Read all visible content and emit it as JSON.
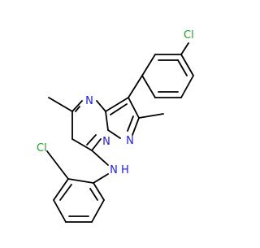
{
  "diagram": {
    "type": "chemical-structure",
    "atom_labels": {
      "cl_top": "Cl",
      "cl_left": "Cl",
      "n_pyrimidine": "N",
      "n_bridge": "N",
      "n_pyrazole": "N",
      "n_amine": "N",
      "h_amine": "H"
    },
    "colors": {
      "chlorine": "#1fa01f",
      "nitrogen": "#1a1aff",
      "bond": "#000000"
    }
  }
}
